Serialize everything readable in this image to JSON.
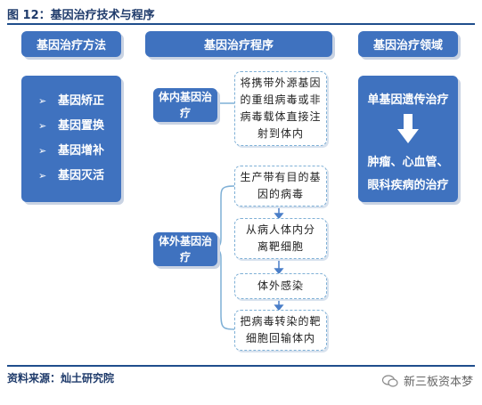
{
  "title": "图 12：基因治疗技术与程序",
  "source": "资料来源：灿土研究院",
  "watermark": "新三板资本梦",
  "columns": {
    "methods": {
      "header": "基因治疗方法",
      "items": [
        "基因矫正",
        "基因置换",
        "基因增补",
        "基因灭活"
      ],
      "bullet": "➢"
    },
    "procedure": {
      "header": "基因治疗程序",
      "in_vivo": {
        "label": "体内基因治疗",
        "step": "将携带外源基因的重组病毒或非病毒载体直接注射到体内"
      },
      "ex_vivo": {
        "label": "体外基因治疗",
        "steps": [
          "生产带有目的基因的病毒",
          "从病人体内分离靶细胞",
          "体外感染",
          "把病毒转染的靶细胞回输体内"
        ]
      }
    },
    "fields": {
      "header": "基因治疗领域",
      "line1": "单基因遗传治疗",
      "line2": "肿瘤、心血管、眼科疾病的治疗"
    }
  },
  "colors": {
    "box_blue": "#3f72bf",
    "dashed_border": "#7fb0d6",
    "title_blue": "#1f3b6b"
  }
}
